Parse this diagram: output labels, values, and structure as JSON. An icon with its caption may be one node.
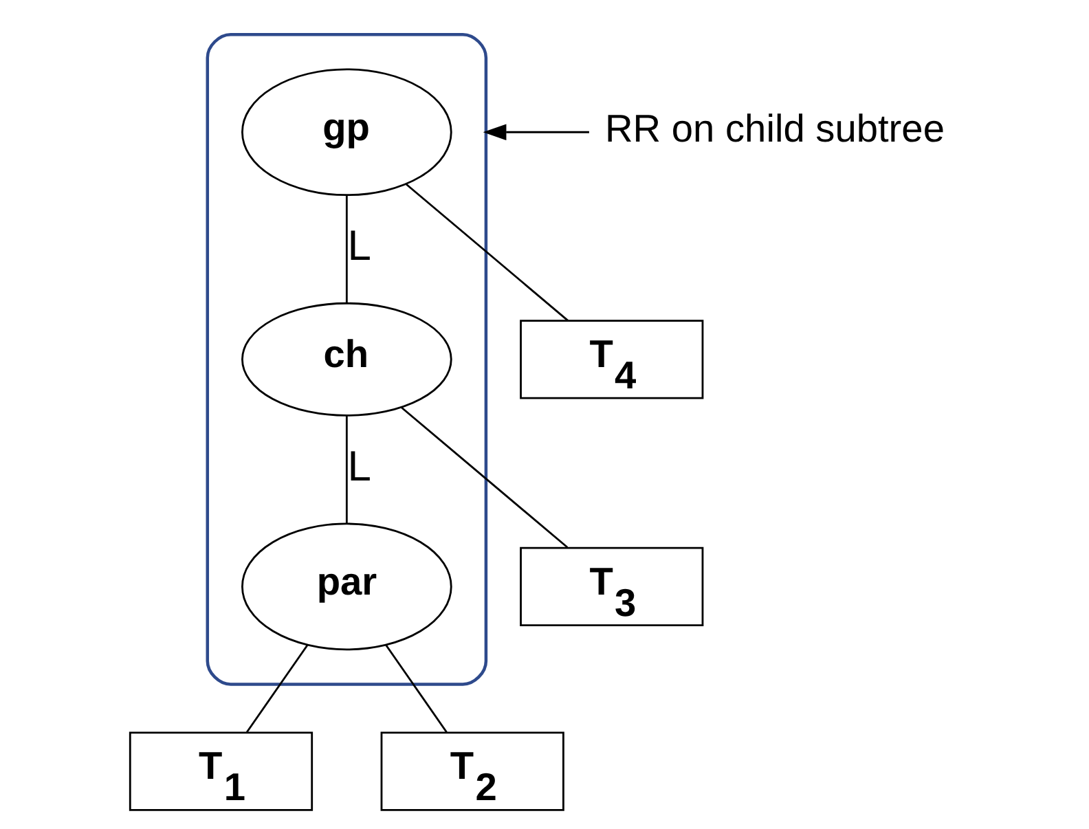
{
  "diagram": {
    "nodes": [
      {
        "text": [],
        "shape": "cloud"
      },
      {
        "text": [
          "gp"
        ],
        "in": 0
      },
      {
        "text": [
          "T$_{4}$"
        ]
      },
      {
        "text": [
          "RR on child subtree"
        ]
      },
      {
        "text": [
          "ch"
        ],
        "in": 0
      },
      {
        "text": [
          "par"
        ],
        "in": 0
      },
      {
        "text": [
          "T$_{3}$"
        ]
      },
      {
        "text": [
          "T$_{1}$"
        ]
      },
      {
        "text": [
          "T$_{2}$"
        ]
      }
    ],
    "edges": [
      {
        "from": 1,
        "to": 4,
        "arrow": "none",
        "label": "L"
      },
      {
        "from": 1,
        "to": 2,
        "arrow": "none"
      },
      {
        "from": 4,
        "to": 5,
        "arrow": "none",
        "label": "L"
      },
      {
        "from": 4,
        "to": 6,
        "arrow": "none"
      },
      {
        "from": 5,
        "to": 7,
        "arrow": "none"
      },
      {
        "from": 5,
        "to": 8,
        "arrow": "none"
      },
      {
        "from": 3,
        "to": 0,
        "arrow": "to"
      }
    ]
  }
}
